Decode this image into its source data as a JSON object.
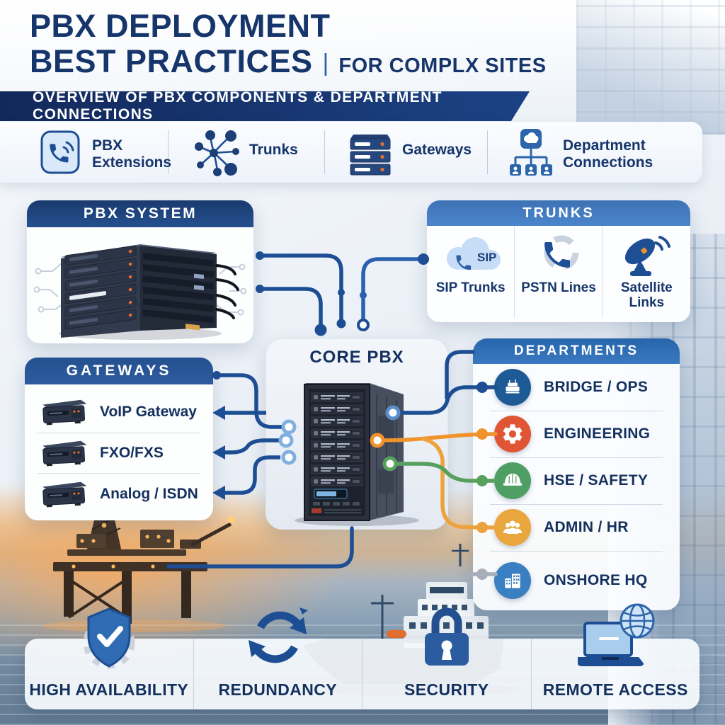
{
  "header": {
    "title_line1": "PBX DEPLOYMENT",
    "title_line2": "BEST PRACTICES",
    "separator": "|",
    "subtitle": "FOR COMPLX SITES",
    "banner": "OVERVIEW OF PBX COMPONENTS & DEPARTMENT CONNECTIONS"
  },
  "legend": {
    "items": [
      {
        "label": "PBX Extensions",
        "icon": "phone-extension-icon"
      },
      {
        "label": "Trunks",
        "icon": "trunk-network-icon"
      },
      {
        "label": "Gateways",
        "icon": "gateway-stack-icon"
      },
      {
        "label": "Department Connections",
        "icon": "department-tree-icon"
      }
    ]
  },
  "panels": {
    "pbx_system": {
      "title": "PBX SYSTEM"
    },
    "trunks": {
      "title": "TRUNKS",
      "items": [
        {
          "label": "SIP Trunks",
          "icon": "sip-cloud-phone-icon",
          "badge": "SIP"
        },
        {
          "label": "PSTN Lines",
          "icon": "pstn-handset-icon"
        },
        {
          "label": "Satellite Links",
          "icon": "satellite-dish-icon"
        }
      ]
    },
    "core_pbx": {
      "title": "CORE PBX"
    },
    "gateways": {
      "title": "GATEWAYS",
      "items": [
        {
          "label": "VoIP Gateway",
          "icon": "voip-gateway-device-icon"
        },
        {
          "label": "FXO/FXS",
          "icon": "fxo-fxs-device-icon"
        },
        {
          "label": "Analog / ISDN",
          "icon": "analog-isdn-device-icon"
        }
      ]
    },
    "departments": {
      "title": "DEPARTMENTS",
      "items": [
        {
          "label": "BRIDGE / OPS",
          "icon": "bridge-console-icon",
          "color": "#1d5a96",
          "connector_color": "#1d4e94"
        },
        {
          "label": "ENGINEERING",
          "icon": "gear-icon",
          "color": "#e05534",
          "connector_color": "#f0932c"
        },
        {
          "label": "HSE / SAFETY",
          "icon": "hard-hat-icon",
          "color": "#4f9e63",
          "connector_color": "#58a05e"
        },
        {
          "label": "ADMIN / HR",
          "icon": "people-icon",
          "color": "#e8a63c",
          "connector_color": "#eda33d"
        },
        {
          "label": "ONSHORE HQ",
          "icon": "building-icon",
          "color": "#3a7fc1",
          "connector_color": "#a8aeb8"
        }
      ]
    }
  },
  "footer": {
    "items": [
      {
        "label": "HIGH AVAILABILITY",
        "icon": "shield-check-icon"
      },
      {
        "label": "REDUNDANCY",
        "icon": "cycle-arrows-icon"
      },
      {
        "label": "SECURITY",
        "icon": "padlock-icon"
      },
      {
        "label": "REMOTE ACCESS",
        "icon": "laptop-globe-icon"
      }
    ]
  },
  "colors": {
    "title_navy": "#16356b",
    "banner_navy": "#15306a",
    "header_dark_blue": "#1d4076",
    "header_medium_blue": "#2d65ab",
    "line_blue": "#1d4e94",
    "line_orange": "#f0932c",
    "line_green": "#58a05e",
    "line_amber": "#eda33d",
    "line_gray": "#a8aeb8"
  }
}
